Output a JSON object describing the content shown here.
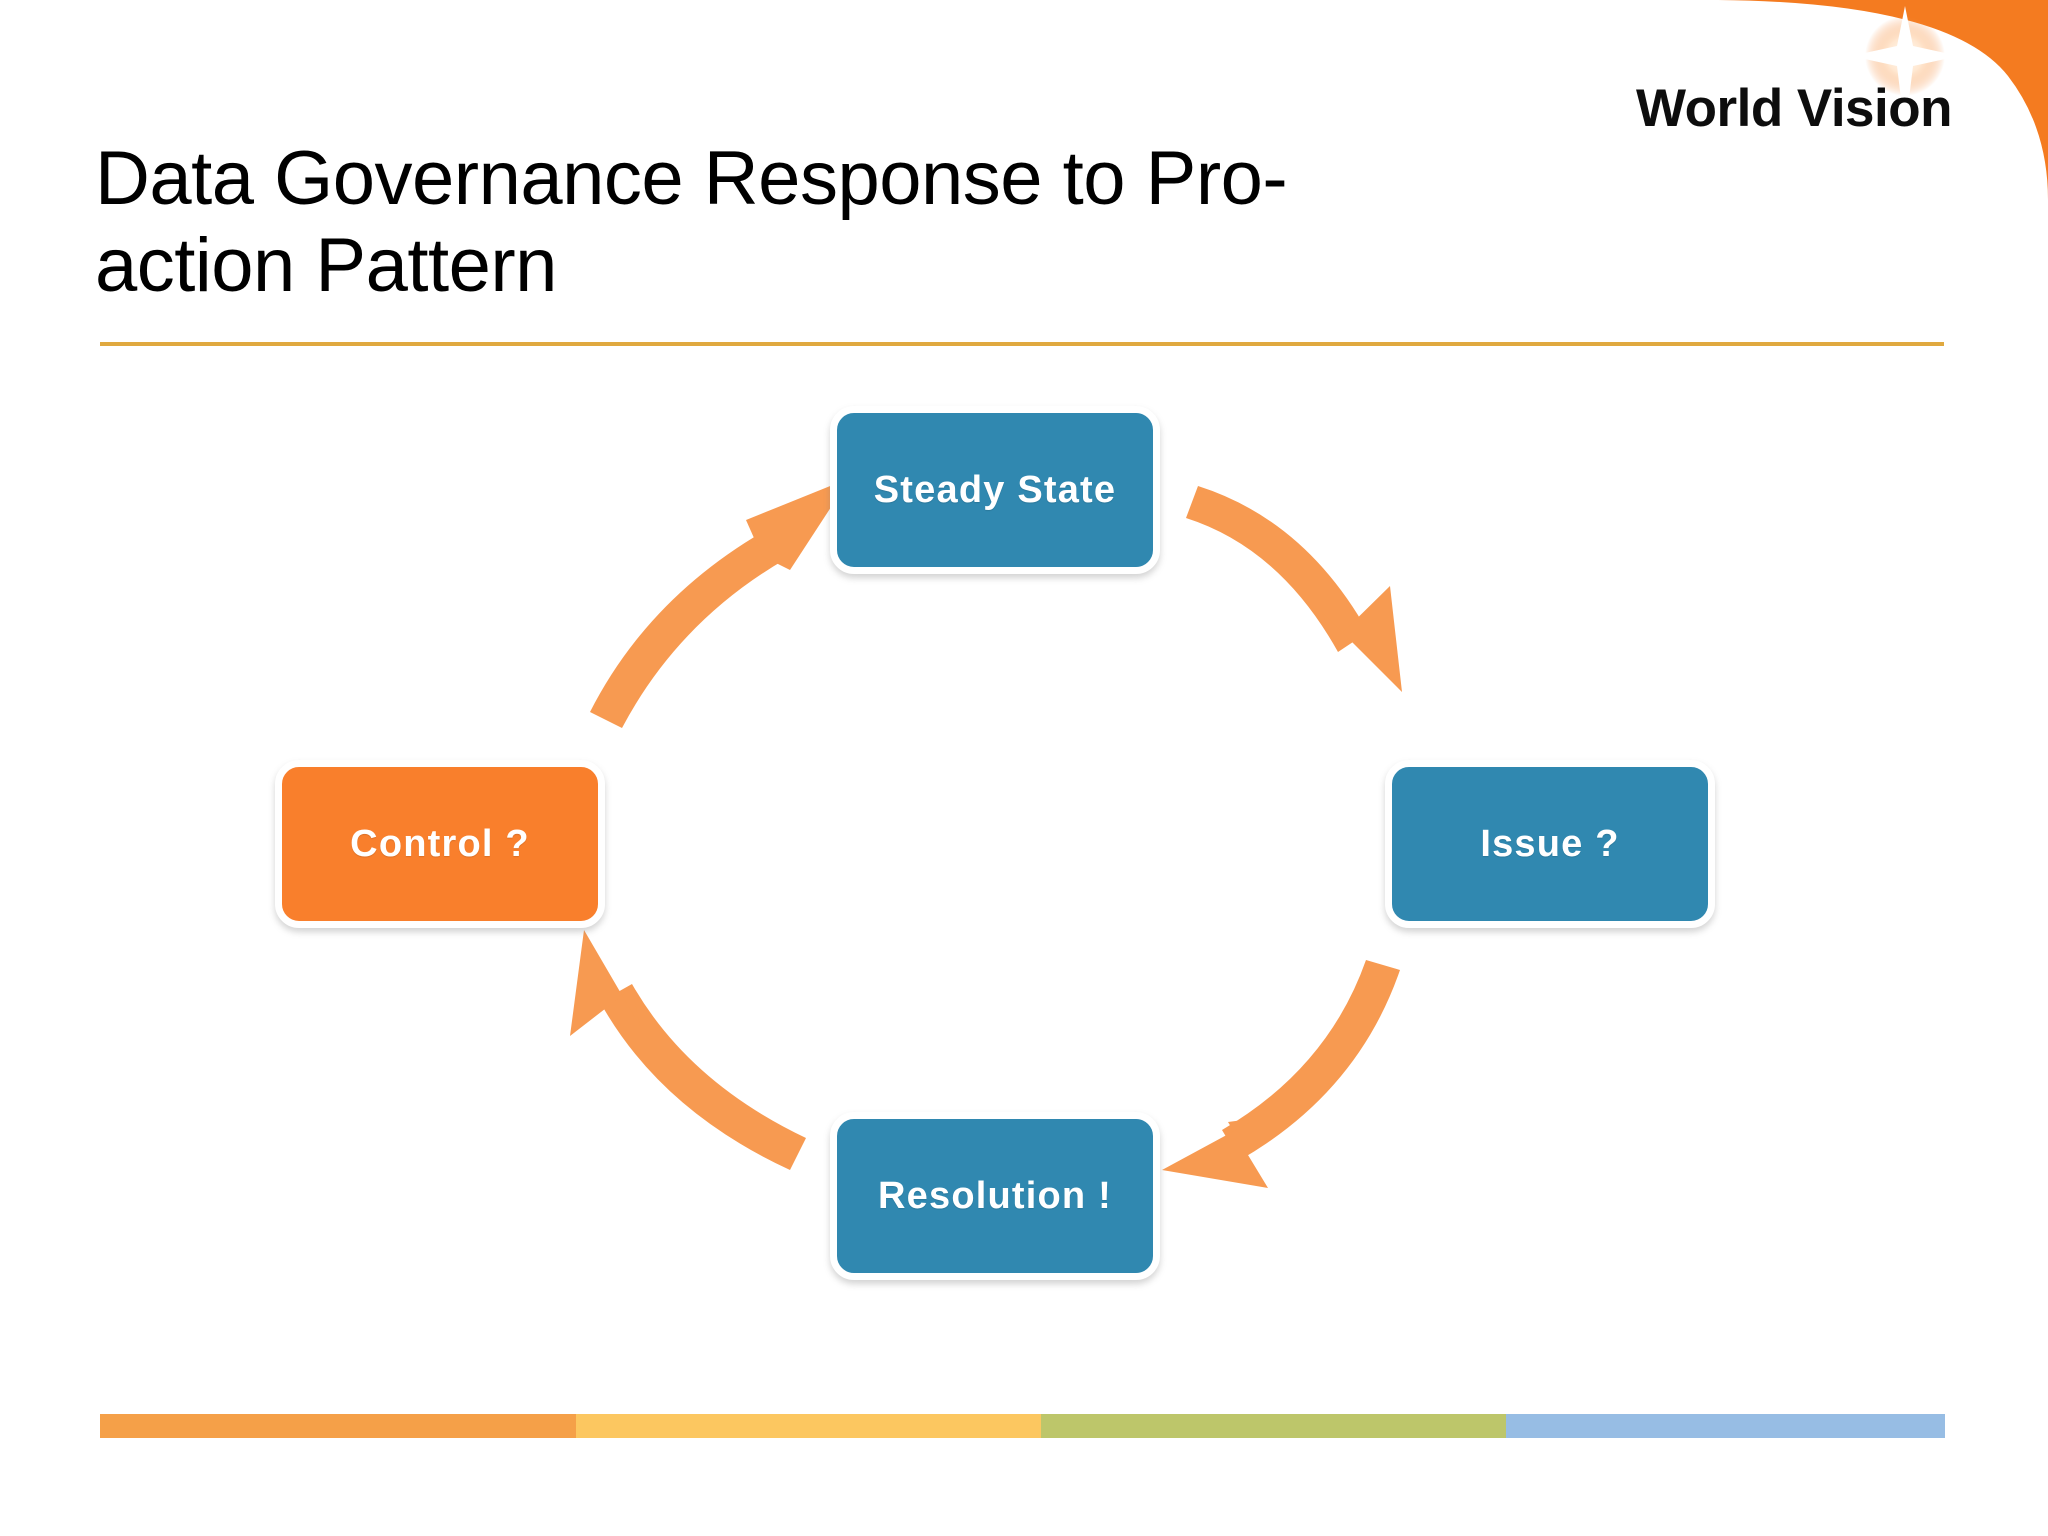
{
  "slide": {
    "title": "Data Governance Response to Pro-action Pattern",
    "title_line1": "Data Governance Response to Pro-",
    "title_line2": "action Pattern"
  },
  "logo": {
    "wordmark": "World Vision",
    "star_icon": "four-point-star-icon",
    "swoosh_color": "#f47b20"
  },
  "theme": {
    "rule_color": "#e0a93f",
    "node_blue": "#3088b0",
    "node_orange": "#f97f2c",
    "arrow_color": "#f79a51",
    "text_color": "#000000",
    "node_text_color": "#ffffff",
    "background": "#ffffff"
  },
  "diagram": {
    "type": "cycle",
    "direction": "clockwise",
    "nodes": [
      {
        "id": "steady",
        "label": "Steady State",
        "color": "#3088b0",
        "position": "top"
      },
      {
        "id": "issue",
        "label": "Issue ?",
        "color": "#3088b0",
        "position": "right"
      },
      {
        "id": "resolution",
        "label": "Resolution !",
        "color": "#3088b0",
        "position": "bottom"
      },
      {
        "id": "control",
        "label": "Control ?",
        "color": "#f97f2c",
        "position": "left"
      }
    ],
    "arrows": [
      {
        "from": "steady",
        "to": "issue",
        "icon": "curved-arrow-icon"
      },
      {
        "from": "issue",
        "to": "resolution",
        "icon": "curved-arrow-icon"
      },
      {
        "from": "resolution",
        "to": "control",
        "icon": "curved-arrow-icon"
      },
      {
        "from": "control",
        "to": "steady",
        "icon": "curved-arrow-icon"
      }
    ]
  },
  "footer_bar": {
    "segments": [
      {
        "color": "#f5a048",
        "width_pct": 25.8
      },
      {
        "color": "#fcc760",
        "width_pct": 25.2
      },
      {
        "color": "#bdc66a",
        "width_pct": 25.2
      },
      {
        "color": "#97bde4",
        "width_pct": 23.8
      }
    ]
  }
}
